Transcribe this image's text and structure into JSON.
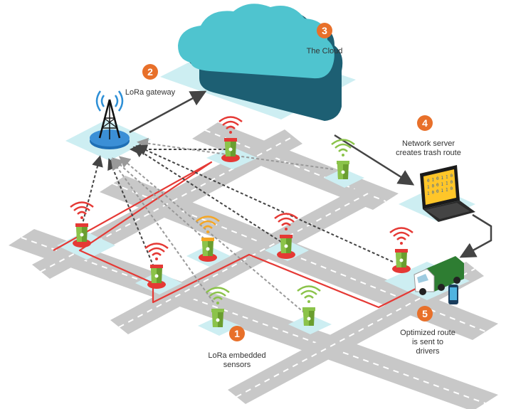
{
  "steps": [
    {
      "number": "1",
      "label": "LoRa embedded sensors"
    },
    {
      "number": "2",
      "label": "LoRa gateway"
    },
    {
      "number": "3",
      "label": "The Cloud"
    },
    {
      "number": "4",
      "label": "Network server creates trash route"
    },
    {
      "number": "5",
      "label": "Optimized route is sent to drivers"
    }
  ],
  "laptop_screen_digits": [
    "0",
    "1",
    "0",
    "1",
    "1",
    "0",
    "1",
    "0",
    "0",
    "1",
    "1",
    "0",
    "1",
    "0",
    "0",
    "1",
    "1",
    "0"
  ],
  "colors": {
    "badge": "#e8702a",
    "route": "#e53935",
    "bin_full": "#e53935",
    "bin_half": "#f5a623",
    "bin_empty": "#8bc34a",
    "cloud": "#4fc4cf",
    "platform": "#cdeef2",
    "road": "#c7c7c7",
    "gateway": "#1f6fb5"
  },
  "sensors": [
    {
      "name": "bin-left",
      "status": "full"
    },
    {
      "name": "bin-top-center",
      "status": "full"
    },
    {
      "name": "bin-center-left",
      "status": "full"
    },
    {
      "name": "bin-center",
      "status": "half"
    },
    {
      "name": "bin-right-center",
      "status": "full"
    },
    {
      "name": "bin-right",
      "status": "full"
    },
    {
      "name": "bin-top-right",
      "status": "empty"
    },
    {
      "name": "bin-bottom-center",
      "status": "empty"
    },
    {
      "name": "bin-bottom-right",
      "status": "empty"
    }
  ]
}
